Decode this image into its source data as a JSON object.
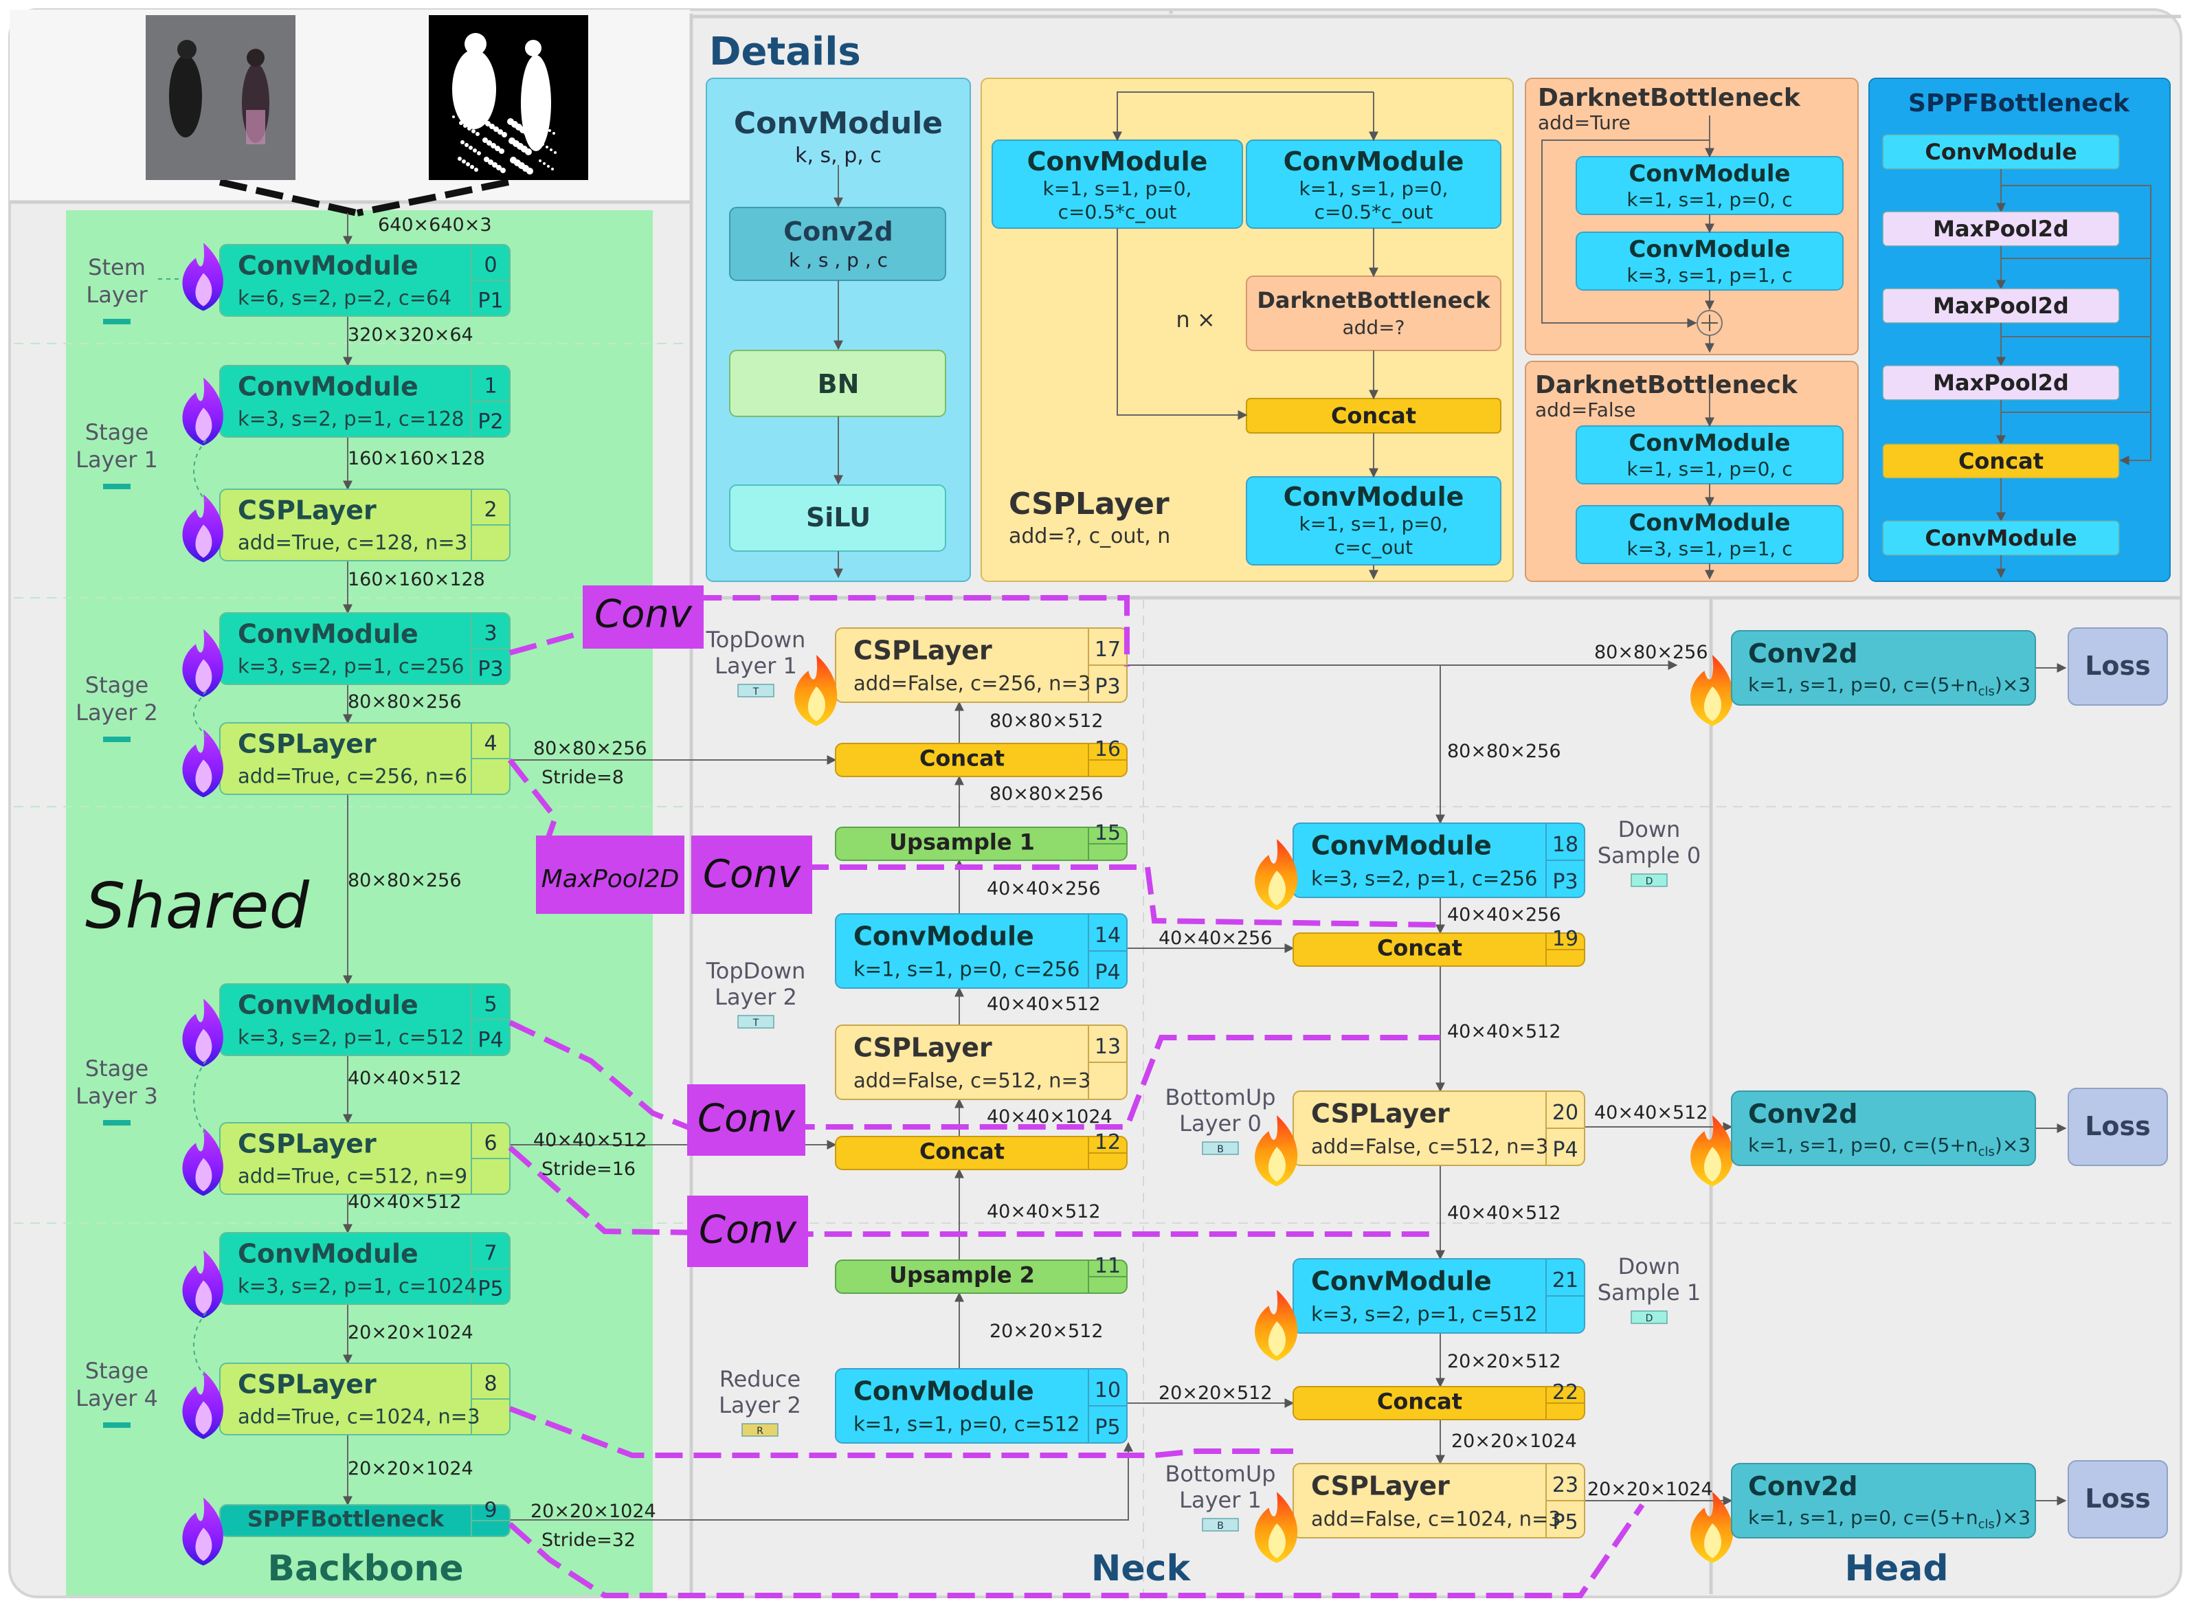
{
  "sections": {
    "backbone": "Backbone",
    "neck": "Neck",
    "head": "Head",
    "details": "Details",
    "shared": "Shared"
  },
  "backbone": {
    "input_dims": "640×640×3",
    "layers": [
      {
        "id": "bb0",
        "name": "ConvModule",
        "params": "k=6, s=2, p=2, c=64",
        "index": "0",
        "tag": "P1"
      },
      {
        "id": "bb1",
        "name": "ConvModule",
        "params": "k=3, s=2, p=1, c=128",
        "index": "1",
        "tag": "P2"
      },
      {
        "id": "bb2",
        "name": "CSPLayer",
        "params": "add=True, c=128, n=3",
        "index": "2",
        "tag": ""
      },
      {
        "id": "bb3",
        "name": "ConvModule",
        "params": "k=3, s=2, p=1, c=256",
        "index": "3",
        "tag": "P3"
      },
      {
        "id": "bb4",
        "name": "CSPLayer",
        "params": "add=True, c=256, n=6",
        "index": "4",
        "tag": ""
      },
      {
        "id": "bb5",
        "name": "ConvModule",
        "params": "k=3, s=2, p=1, c=512",
        "index": "5",
        "tag": "P4"
      },
      {
        "id": "bb6",
        "name": "CSPLayer",
        "params": "add=True, c=512, n=9",
        "index": "6",
        "tag": ""
      },
      {
        "id": "bb7",
        "name": "ConvModule",
        "params": "k=3, s=2, p=1, c=1024",
        "index": "7",
        "tag": "P5"
      },
      {
        "id": "bb8",
        "name": "CSPLayer",
        "params": "add=True, c=1024, n=3",
        "index": "8",
        "tag": ""
      },
      {
        "id": "bb9",
        "name": "SPPFBottleneck",
        "params": "",
        "index": "9",
        "tag": ""
      }
    ],
    "stages": [
      {
        "line1": "Stem",
        "line2": "Layer"
      },
      {
        "line1": "Stage",
        "line2": "Layer 1"
      },
      {
        "line1": "Stage",
        "line2": "Layer 2"
      },
      {
        "line1": "Stage",
        "line2": "Layer 3"
      },
      {
        "line1": "Stage",
        "line2": "Layer 4"
      }
    ],
    "dims": [
      "320×320×64",
      "160×160×128",
      "160×160×128",
      "80×80×256",
      "80×80×256",
      "40×40×512",
      "40×40×512",
      "20×20×1024",
      "20×20×1024"
    ],
    "outputs": [
      {
        "dims": "80×80×256",
        "stride": "Stride=8"
      },
      {
        "dims": "40×40×512",
        "stride": "Stride=16"
      },
      {
        "dims": "20×20×1024",
        "stride": "Stride=32"
      }
    ]
  },
  "neck": {
    "layers": [
      {
        "id": "n10",
        "name": "ConvModule",
        "params": "k=1, s=1, p=0, c=512",
        "index": "10",
        "tag": "P5"
      },
      {
        "id": "n11",
        "name": "Upsample 2",
        "params": "",
        "index": "11",
        "tag": ""
      },
      {
        "id": "n12",
        "name": "Concat",
        "params": "",
        "index": "12",
        "tag": ""
      },
      {
        "id": "n13",
        "name": "CSPLayer",
        "params": "add=False, c=512, n=3",
        "index": "13",
        "tag": ""
      },
      {
        "id": "n14",
        "name": "ConvModule",
        "params": "k=1, s=1, p=0, c=256",
        "index": "14",
        "tag": "P4"
      },
      {
        "id": "n15",
        "name": "Upsample 1",
        "params": "",
        "index": "15",
        "tag": ""
      },
      {
        "id": "n16",
        "name": "Concat",
        "params": "",
        "index": "16",
        "tag": ""
      },
      {
        "id": "n17",
        "name": "CSPLayer",
        "params": "add=False, c=256, n=3",
        "index": "17",
        "tag": "P3"
      },
      {
        "id": "n18",
        "name": "ConvModule",
        "params": "k=3, s=2, p=1, c=256",
        "index": "18",
        "tag": "P3"
      },
      {
        "id": "n19",
        "name": "Concat",
        "params": "",
        "index": "19",
        "tag": ""
      },
      {
        "id": "n20",
        "name": "CSPLayer",
        "params": "add=False, c=512, n=3",
        "index": "20",
        "tag": "P4"
      },
      {
        "id": "n21",
        "name": "ConvModule",
        "params": "k=3, s=2, p=1, c=512",
        "index": "21",
        "tag": ""
      },
      {
        "id": "n22",
        "name": "Concat",
        "params": "",
        "index": "22",
        "tag": ""
      },
      {
        "id": "n23",
        "name": "CSPLayer",
        "params": "add=False, c=1024, n=3",
        "index": "23",
        "tag": "P5"
      }
    ],
    "layer_labels": [
      {
        "line1": "TopDown",
        "line2": "Layer 1",
        "badge": "T"
      },
      {
        "line1": "TopDown",
        "line2": "Layer 2",
        "badge": "T"
      },
      {
        "line1": "Reduce",
        "line2": "Layer 2",
        "badge": "R"
      },
      {
        "line1": "Down",
        "line2": "Sample 0",
        "badge": "D"
      },
      {
        "line1": "Down",
        "line2": "Sample 1",
        "badge": "D"
      },
      {
        "line1": "BottomUp",
        "line2": "Layer 0",
        "badge": "B"
      },
      {
        "line1": "BottomUp",
        "line2": "Layer 1",
        "badge": "B"
      }
    ],
    "dims": {
      "d_80_512": "80×80×512",
      "d_80_256_a": "80×80×256",
      "d_40_256_a": "40×40×256",
      "d_40_512_a": "40×40×512",
      "d_40_1024": "40×40×1024",
      "d_40_512_b": "40×40×512",
      "d_20_512_a": "20×20×512",
      "d_20_512_b": "20×20×512",
      "d_40_256_b": "40×40×256",
      "d_80_256_b": "80×80×256",
      "d_40_256_c": "40×40×256",
      "d_40_512_c": "40×40×512",
      "d_40_512_d": "40×40×512",
      "d_20_512_c": "20×20×512",
      "d_20_1024_a": "20×20×1024",
      "d_80_256_c": "80×80×256",
      "d_40_512_e": "40×40×512",
      "d_20_1024_b": "20×20×1024",
      "d_20_1024_c": "20×20×1024"
    },
    "n_times": "n ×"
  },
  "head": {
    "conv_name": "Conv2d",
    "conv_params_prefix": "k=1, s=1, p=0, c=(5+n",
    "conv_params_sub": "cls",
    "conv_params_suffix": ")×3",
    "loss": "Loss"
  },
  "details": {
    "convmodule": {
      "title": "ConvModule",
      "params": "k, s,  p, c",
      "conv2d": "Conv2d",
      "conv2d_params": "k , s , p , c",
      "bn": "BN",
      "silu": "SiLU"
    },
    "csplayer": {
      "title": "CSPLayer",
      "params": "add=?, c_out, n",
      "left_conv": "ConvModule",
      "left_params1": "k=1, s=1, p=0,",
      "left_params2": "c=0.5*c_out",
      "right_conv": "ConvModule",
      "right_params1": "k=1, s=1, p=0,",
      "right_params2": "c=0.5*c_out",
      "darknet": "DarknetBottleneck",
      "darknet_params": "add=?",
      "concat": "Concat",
      "out_conv": "ConvModule",
      "out_params1": "k=1, s=1, p=0,",
      "out_params2": "c=c_out"
    },
    "darknet_true": {
      "title": "DarknetBottleneck",
      "params": "add=Ture",
      "c1": "ConvModule",
      "c1p": "k=1, s=1, p=0, c",
      "c2": "ConvModule",
      "c2p": "k=3, s=1, p=1, c"
    },
    "darknet_false": {
      "title": "DarknetBottleneck",
      "params": "add=False",
      "c1": "ConvModule",
      "c1p": "k=1, s=1, p=0, c",
      "c2": "ConvModule",
      "c2p": "k=3, s=1, p=1, c"
    },
    "sppf": {
      "title": "SPPFBottleneck",
      "items": [
        "ConvModule",
        "MaxPool2d",
        "MaxPool2d",
        "MaxPool2d",
        "Concat",
        "ConvModule"
      ]
    }
  },
  "overlay": {
    "labels": [
      "Conv",
      "Conv",
      "MaxPool2D",
      "Conv",
      "Conv"
    ]
  },
  "colors": {
    "backbone_bg": "#a3f0b4",
    "conv_teal": "#19d9b4",
    "csp_green": "#c5ef72",
    "sppf_teal": "#0fbfae",
    "neck_csp": "#ffe8a0",
    "neck_conv": "#36d8ff",
    "concat": "#fbc91b",
    "upsample": "#8fdb6c",
    "head_conv": "#4fc3d2",
    "loss": "#b9c8e8",
    "purple": "#cc44ee",
    "details_blue": "#8ee2f6",
    "details_yellow": "#ffe8a0",
    "details_orange": "#ffc9a0",
    "details_sppf": "#1aa7ee"
  }
}
